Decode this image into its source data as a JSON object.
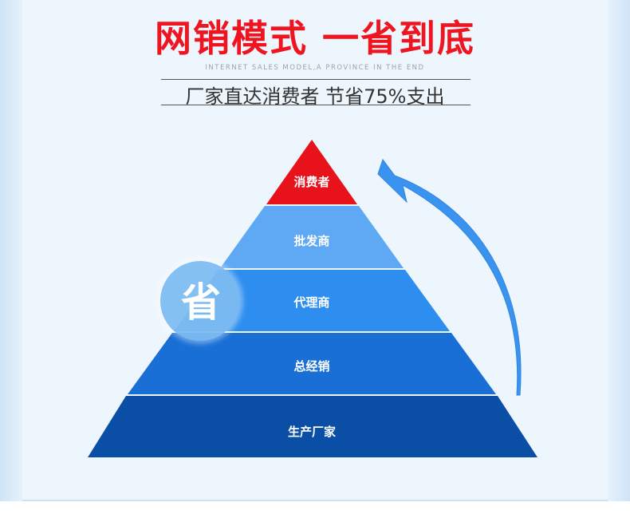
{
  "header": {
    "title": "网销模式 一省到底",
    "subtitle_en": "INTERNET SALES MODEL,A PROVINCE IN THE END",
    "tagline": "厂家直达消费者 节省75%支出"
  },
  "pyramid": {
    "levels": [
      {
        "label": "消费者",
        "color": "#e8121b"
      },
      {
        "label": "批发商",
        "color": "#5ea8f4"
      },
      {
        "label": "代理商",
        "color": "#2e8ef0"
      },
      {
        "label": "总经销",
        "color": "#1a6fd6"
      },
      {
        "label": "生产厂家",
        "color": "#0a4ea6"
      }
    ],
    "badge": {
      "label": "省",
      "color": "#79b9f2"
    },
    "arrow_color": "#3a93ee"
  }
}
